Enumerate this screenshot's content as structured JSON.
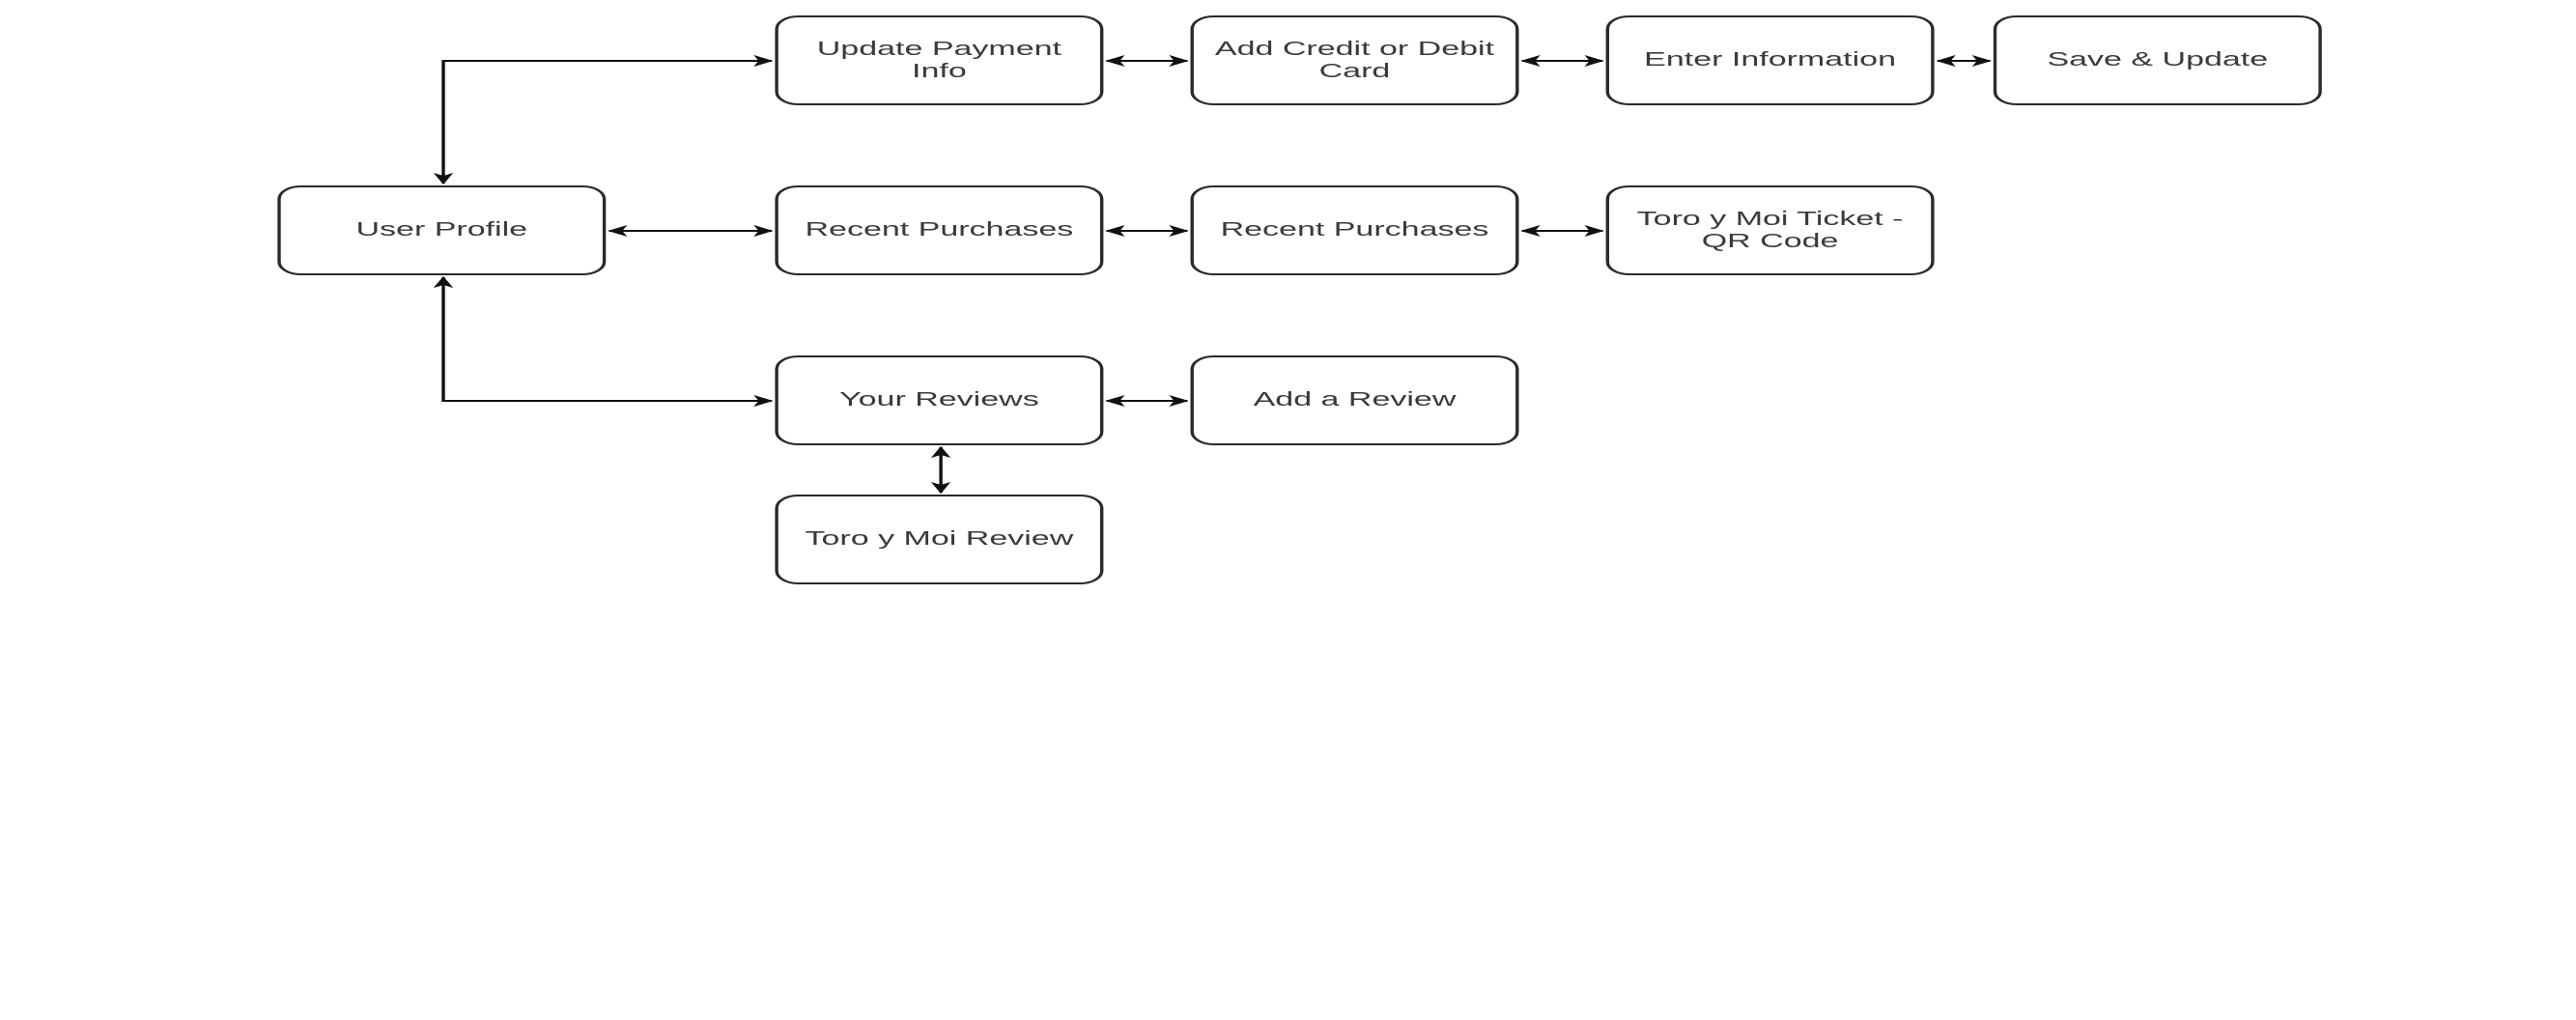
{
  "diagram": {
    "nodes": {
      "user_profile": "User Profile",
      "update_payment": "Update Payment Info",
      "add_card": "Add Credit or Debit Card",
      "enter_info": "Enter Information",
      "save_update": "Save & Update",
      "recent_purchases_1": "Recent Purchases",
      "recent_purchases_2": "Recent Purchases",
      "ticket_qr": "Toro y Moi Ticket - QR Code",
      "your_reviews": "Your Reviews",
      "add_review": "Add a Review",
      "moi_review": "Toro y Moi Review"
    },
    "edges": [
      {
        "from": "user_profile",
        "to": "update_payment",
        "direction": "both"
      },
      {
        "from": "update_payment",
        "to": "add_card",
        "direction": "both"
      },
      {
        "from": "add_card",
        "to": "enter_info",
        "direction": "both"
      },
      {
        "from": "enter_info",
        "to": "save_update",
        "direction": "both"
      },
      {
        "from": "user_profile",
        "to": "recent_purchases_1",
        "direction": "both"
      },
      {
        "from": "recent_purchases_1",
        "to": "recent_purchases_2",
        "direction": "both"
      },
      {
        "from": "recent_purchases_2",
        "to": "ticket_qr",
        "direction": "both"
      },
      {
        "from": "user_profile",
        "to": "your_reviews",
        "direction": "both"
      },
      {
        "from": "your_reviews",
        "to": "add_review",
        "direction": "both"
      },
      {
        "from": "your_reviews",
        "to": "moi_review",
        "direction": "both"
      }
    ],
    "colors": {
      "stroke": "#2a2a2a",
      "text": "#3a3a3a",
      "background": "#ffffff"
    }
  }
}
